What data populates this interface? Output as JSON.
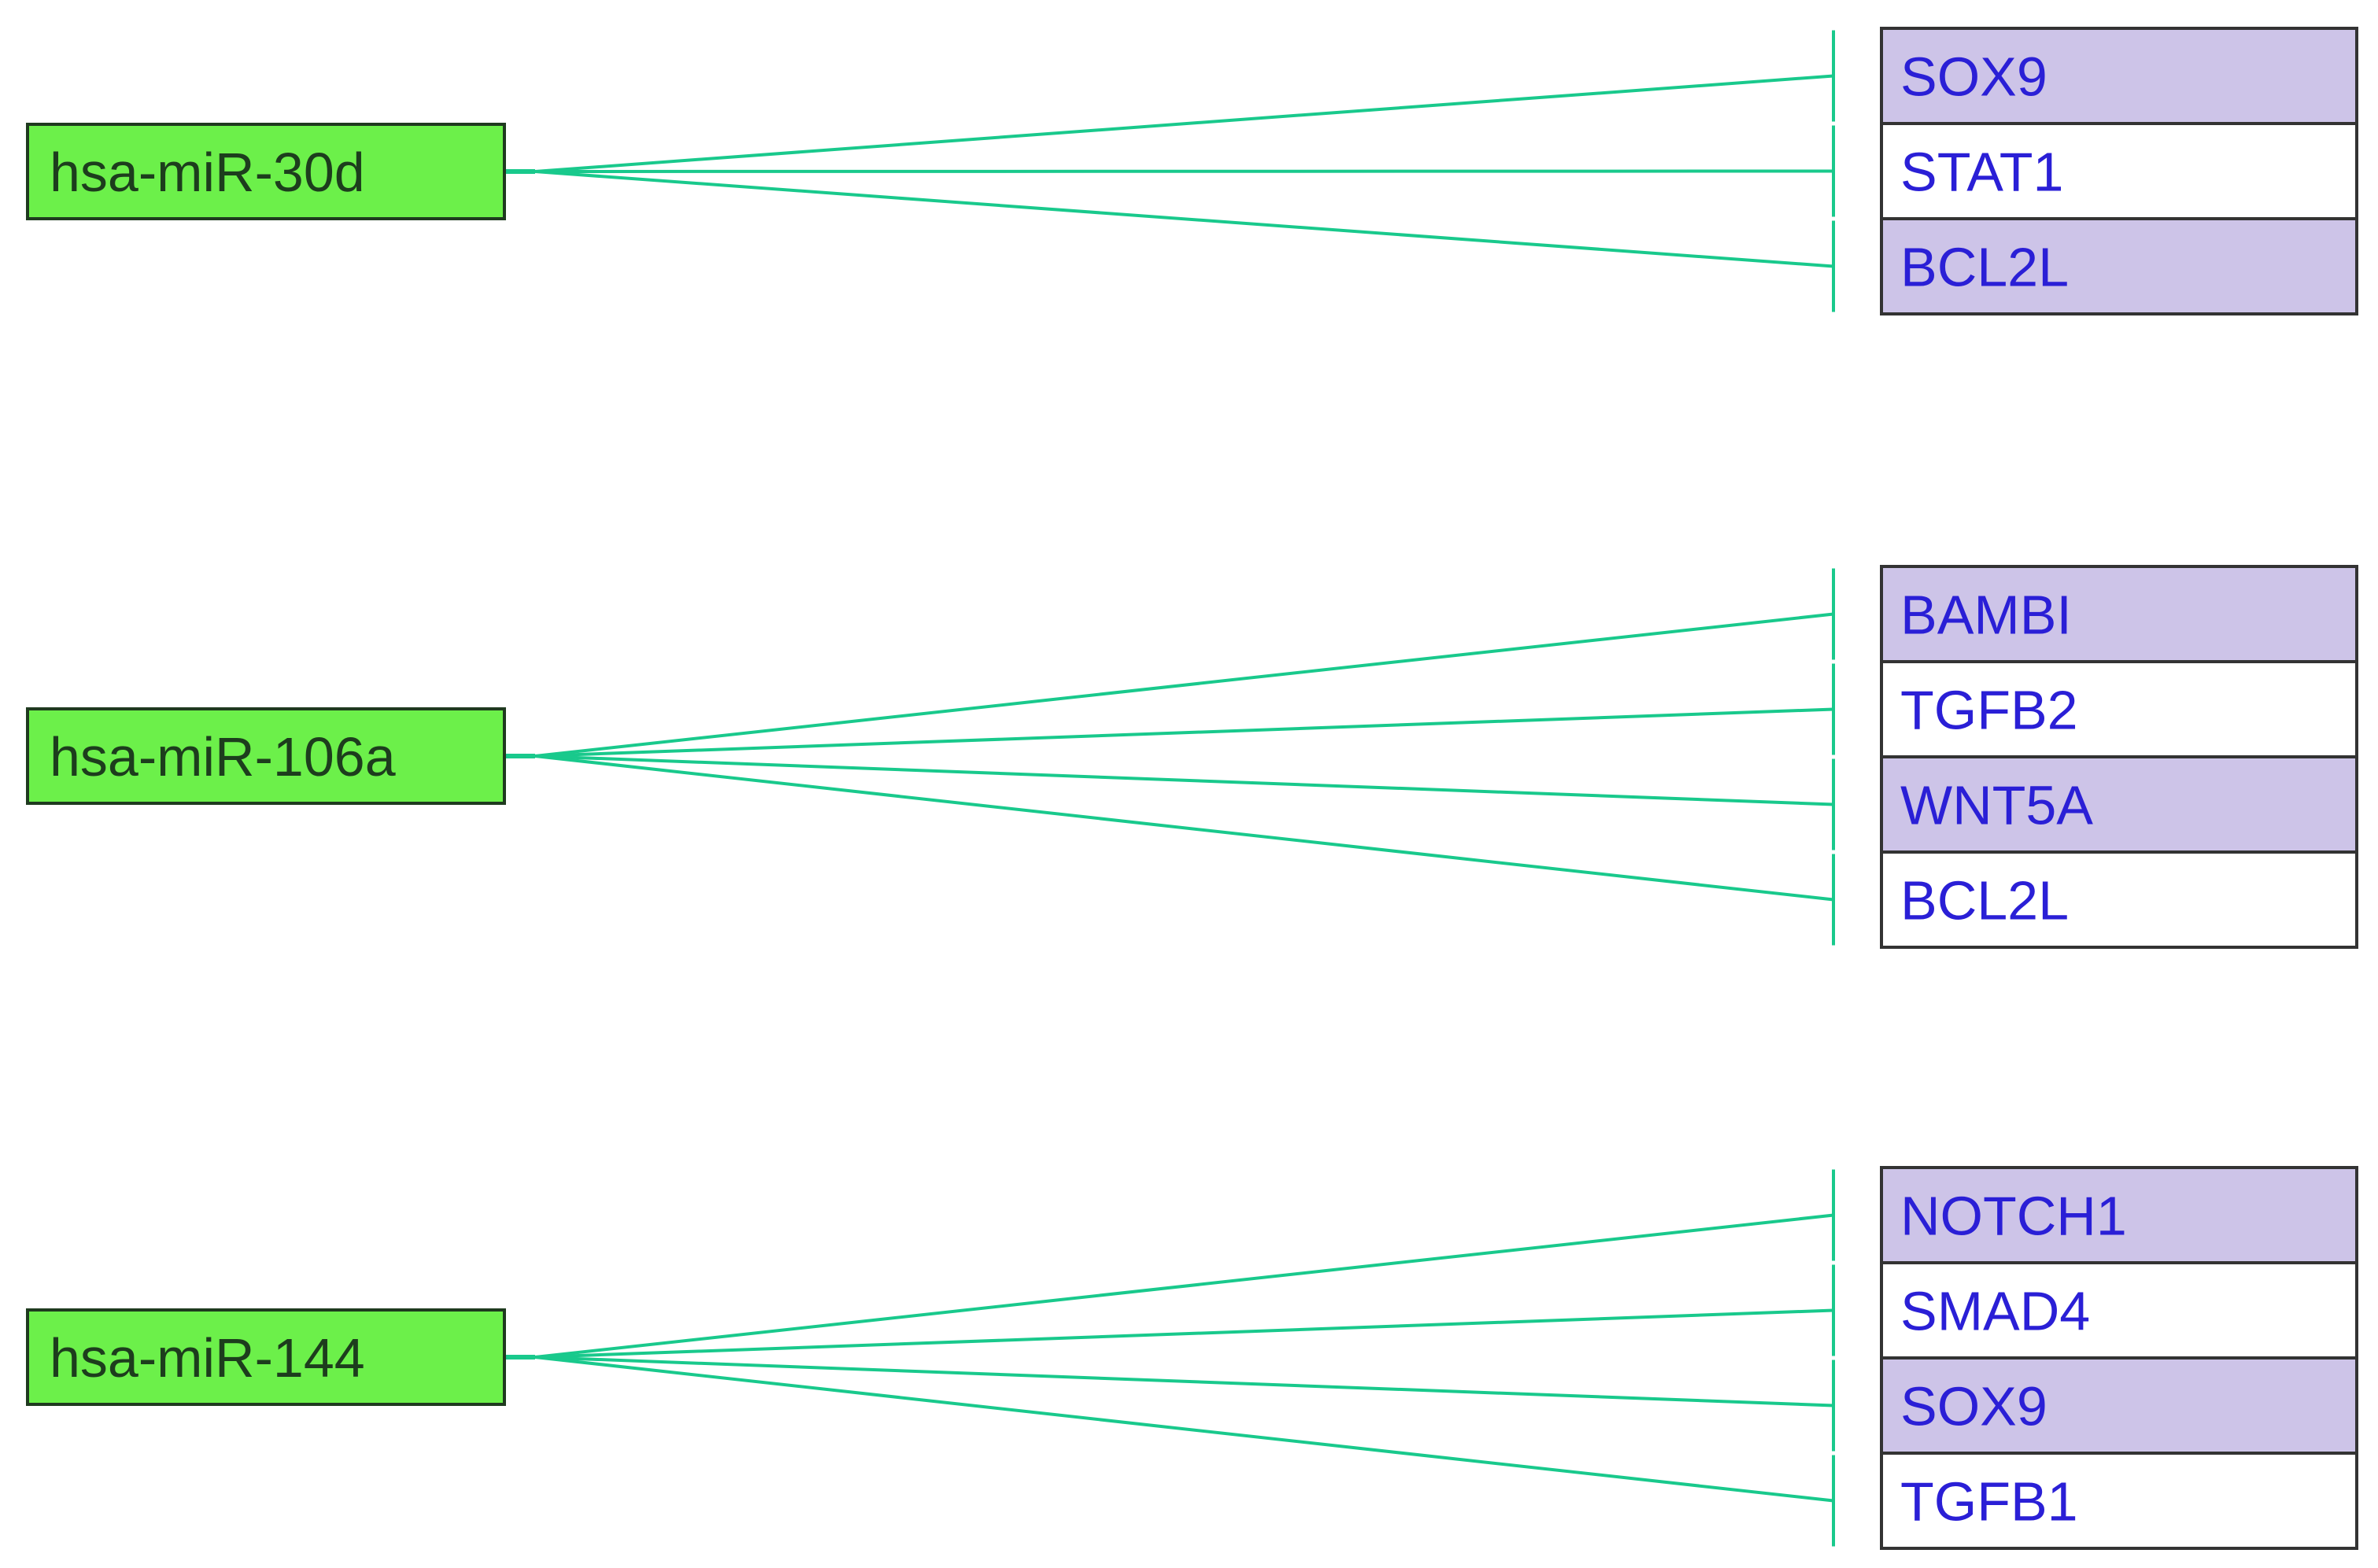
{
  "colors": {
    "background": "#ffffff",
    "mirna_fill": "#6cf04a",
    "mirna_border": "#1f3a1f",
    "mirna_text": "#1d3d1d",
    "target_fill_shaded": "#cdc4e8",
    "target_fill_plain": "#ffffff",
    "target_border": "#333333",
    "target_text": "#2a1fd6",
    "edge": "#19c98c"
  },
  "groups": [
    {
      "mirna": "hsa-miR-30d",
      "targets": [
        {
          "label": "SOX9",
          "shaded": true
        },
        {
          "label": "STAT1",
          "shaded": false
        },
        {
          "label": "BCL2L",
          "shaded": true
        }
      ]
    },
    {
      "mirna": "hsa-miR-106a",
      "targets": [
        {
          "label": "BAMBI",
          "shaded": true
        },
        {
          "label": "TGFB2",
          "shaded": false
        },
        {
          "label": "WNT5A",
          "shaded": true
        },
        {
          "label": "BCL2L",
          "shaded": false
        }
      ]
    },
    {
      "mirna": "hsa-miR-144",
      "targets": [
        {
          "label": "NOTCH1",
          "shaded": true
        },
        {
          "label": "SMAD4",
          "shaded": false
        },
        {
          "label": "SOX9",
          "shaded": true
        },
        {
          "label": "TGFB1",
          "shaded": false
        }
      ]
    }
  ]
}
